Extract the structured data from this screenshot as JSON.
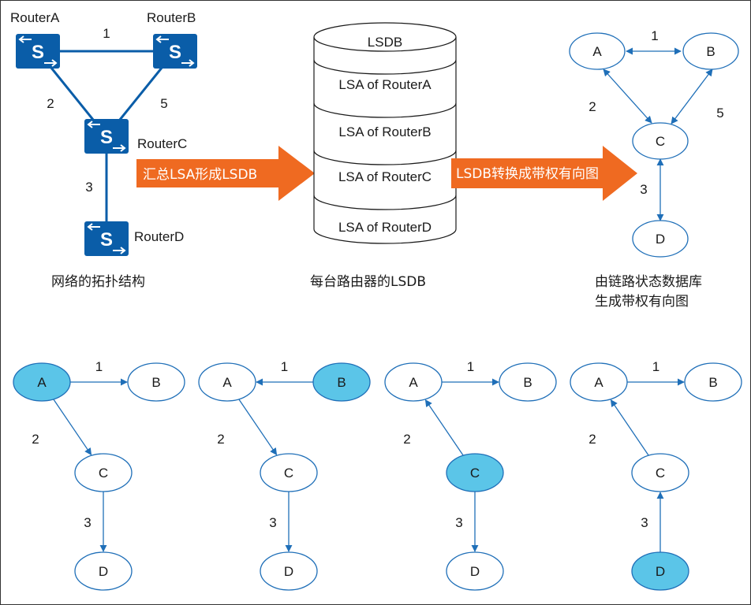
{
  "colors": {
    "router_blue": "#0a5da8",
    "link_blue": "#0a5da8",
    "orange": "#ef6a21",
    "highlight": "#5bc5e8",
    "edge": "#1f6fb8",
    "node_stroke": "#1f6fb8"
  },
  "icons": {
    "router": "router-switch-icon",
    "arrow": "block-arrow-right-icon"
  },
  "topology": {
    "routers": [
      {
        "id": "A",
        "label": "RouterA"
      },
      {
        "id": "B",
        "label": "RouterB"
      },
      {
        "id": "C",
        "label": "RouterC"
      },
      {
        "id": "D",
        "label": "RouterD"
      }
    ],
    "links": [
      {
        "from": "A",
        "to": "B",
        "cost": "1"
      },
      {
        "from": "A",
        "to": "C",
        "cost": "2"
      },
      {
        "from": "B",
        "to": "C",
        "cost": "5"
      },
      {
        "from": "C",
        "to": "D",
        "cost": "3"
      }
    ],
    "caption": "网络的拓扑结构"
  },
  "arrow1": {
    "label": "汇总LSA形成LSDB"
  },
  "lsdb": {
    "title": "LSDB",
    "entries": [
      "LSA of RouterA",
      "LSA of RouterB",
      "LSA of RouterC",
      "LSA of RouterD"
    ],
    "caption": "每台路由器的LSDB"
  },
  "arrow2": {
    "label": "LSDB转换成带权有向图"
  },
  "graph": {
    "nodes": [
      "A",
      "B",
      "C",
      "D"
    ],
    "edges": [
      {
        "from": "A",
        "to": "B",
        "cost": "1"
      },
      {
        "from": "A",
        "to": "C",
        "cost": "2"
      },
      {
        "from": "B",
        "to": "C",
        "cost": "5"
      },
      {
        "from": "C",
        "to": "D",
        "cost": "3"
      }
    ],
    "caption_lines": [
      "由链路状态数据库",
      "生成带权有向图"
    ]
  },
  "trees": [
    {
      "root": "A",
      "nodes": [
        "A",
        "B",
        "C",
        "D"
      ],
      "edges": [
        {
          "from": "A",
          "to": "B",
          "cost": "1"
        },
        {
          "from": "A",
          "to": "C",
          "cost": "2"
        },
        {
          "from": "C",
          "to": "D",
          "cost": "3"
        }
      ]
    },
    {
      "root": "B",
      "nodes": [
        "A",
        "B",
        "C",
        "D"
      ],
      "edges": [
        {
          "from": "B",
          "to": "A",
          "cost": "1"
        },
        {
          "from": "A",
          "to": "C",
          "cost": "2"
        },
        {
          "from": "C",
          "to": "D",
          "cost": "3"
        }
      ]
    },
    {
      "root": "C",
      "nodes": [
        "A",
        "B",
        "C",
        "D"
      ],
      "edges": [
        {
          "from": "A",
          "to": "B",
          "cost": "1"
        },
        {
          "from": "C",
          "to": "A",
          "cost": "2"
        },
        {
          "from": "C",
          "to": "D",
          "cost": "3"
        }
      ]
    },
    {
      "root": "D",
      "nodes": [
        "A",
        "B",
        "C",
        "D"
      ],
      "edges": [
        {
          "from": "A",
          "to": "B",
          "cost": "1"
        },
        {
          "from": "C",
          "to": "A",
          "cost": "2"
        },
        {
          "from": "D",
          "to": "C",
          "cost": "3"
        }
      ]
    }
  ]
}
